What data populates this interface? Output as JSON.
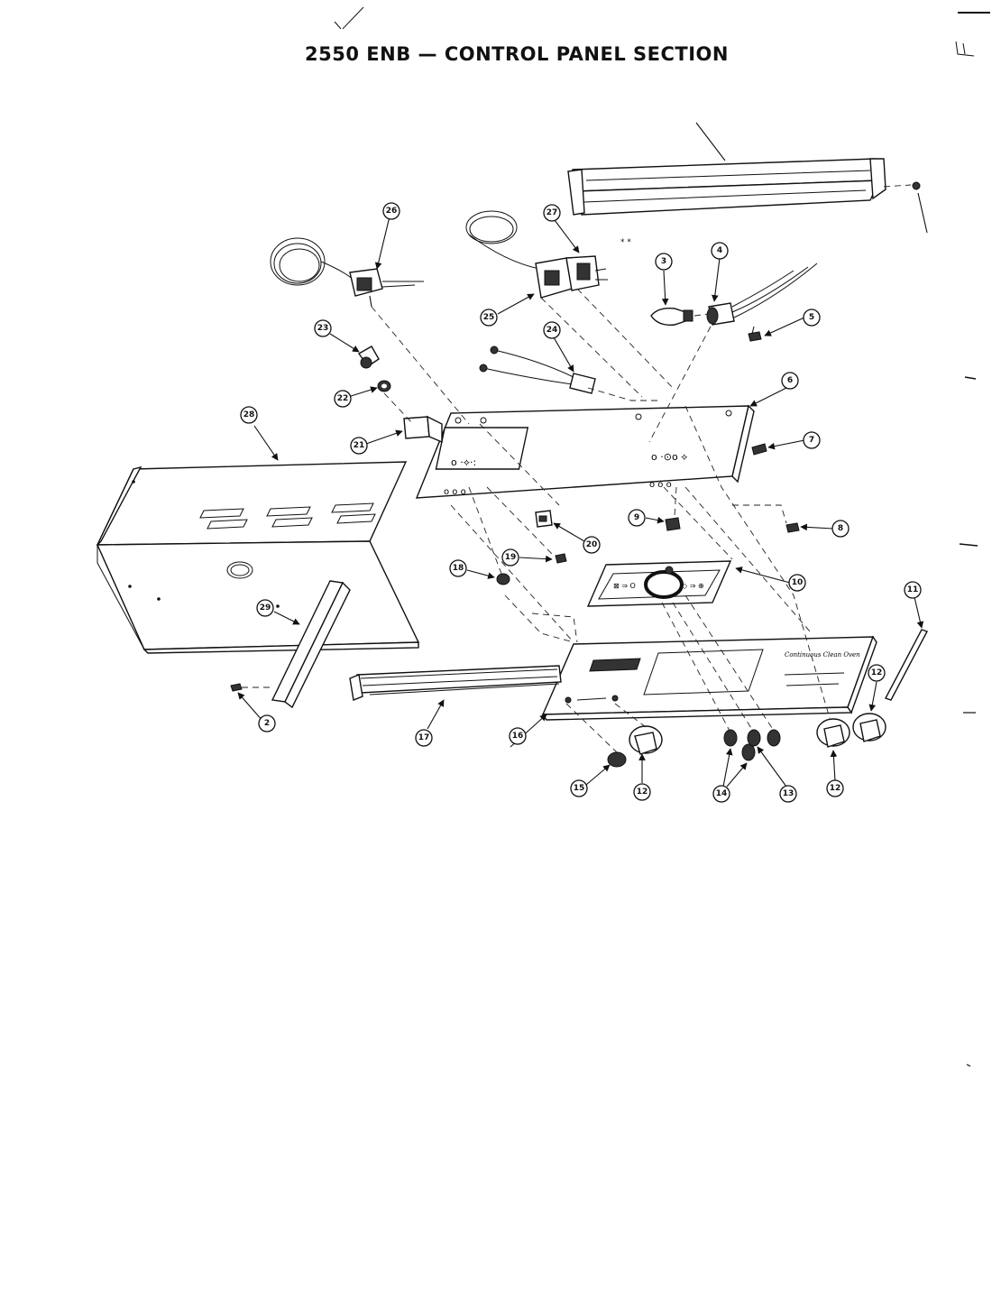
{
  "title": "2550 ENB — CONTROL PANEL SECTION",
  "callouts": {
    "c2": "2",
    "c3": "3",
    "c4": "4",
    "c5": "5",
    "c6": "6",
    "c7": "7",
    "c8": "8",
    "c9": "9",
    "c10": "10",
    "c11": "11",
    "c12a": "12",
    "c12b": "12",
    "c12c": "12",
    "c13": "13",
    "c14": "14",
    "c15": "15",
    "c16": "16",
    "c17": "17",
    "c18": "18",
    "c19": "19",
    "c20": "20",
    "c21": "21",
    "c22": "22",
    "c23": "23",
    "c24": "24",
    "c25": "25",
    "c26": "26",
    "c27": "27",
    "c28": "28",
    "c29": "29"
  },
  "icons": [
    "arrow-marker-icon",
    "knob-icon",
    "screw-icon",
    "lamp-icon",
    "thermostat-icon",
    "switch-icon"
  ]
}
